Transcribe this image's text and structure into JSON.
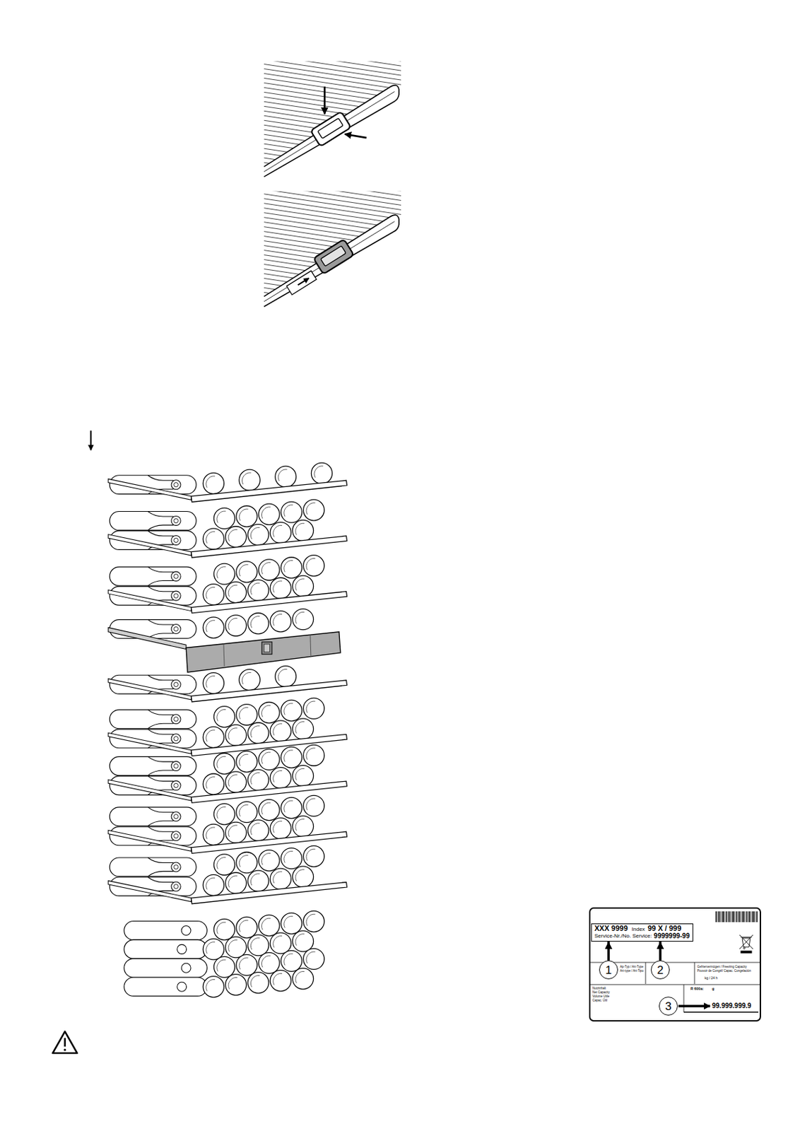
{
  "diagram": {
    "nodes": [
      {
        "text": [
          "Ap-Typ / Art-Type",
          "Art-type / Art-Tipo",
          "Gefriervermögen / Freezing Capacity",
          "Pouvoir de Congél/ Capac. Congelación",
          "kg / 24 h",
          "R 600a:",
          "g",
          "Nutzinhalt",
          "Net Capacity",
          "Volume Utile",
          "Capac. Útil",
          "99.999.999.9"
        ]
      },
      {
        "text": [
          "XXX 9999",
          "Index",
          "99 X / 999",
          "Service-Nr./No. Service:",
          "9999999-99"
        ],
        "in": 0
      },
      {
        "text": [
          "1"
        ],
        "in": 0
      },
      {
        "text": [
          "2"
        ],
        "in": 0
      },
      {
        "text": [
          "3"
        ],
        "in": 0
      }
    ],
    "edges": [
      {
        "from": 2,
        "to": 1,
        "arrow": "to"
      },
      {
        "from": 3,
        "to": 1,
        "arrow": "to"
      }
    ]
  }
}
